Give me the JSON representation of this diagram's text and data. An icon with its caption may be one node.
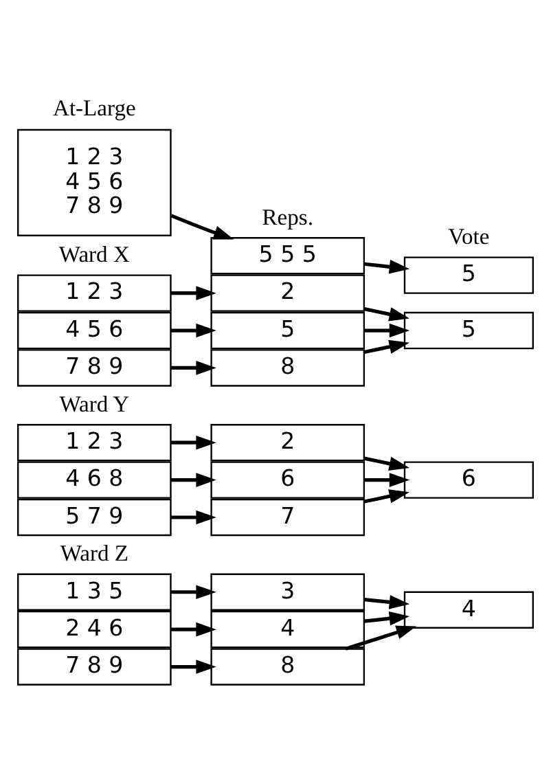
{
  "diagram": {
    "nodes": [
      {
        "text": [
          "1 2 3",
          "4 5 6",
          "7 8 9"
        ]
      },
      {
        "text": [
          "5 5 5"
        ]
      },
      {
        "text": [
          "5"
        ]
      },
      {
        "text": [
          "1 2 3"
        ]
      },
      {
        "text": [
          "4 5 6"
        ]
      },
      {
        "text": [
          "7 8 9"
        ]
      },
      {
        "text": [
          "2"
        ]
      },
      {
        "text": [
          "5"
        ]
      },
      {
        "text": [
          "8"
        ]
      },
      {
        "text": [
          "5"
        ]
      },
      {
        "text": [
          "1 2 3"
        ]
      },
      {
        "text": [
          "4 6 8"
        ]
      },
      {
        "text": [
          "5 7 9"
        ]
      },
      {
        "text": [
          "2"
        ]
      },
      {
        "text": [
          "6"
        ]
      },
      {
        "text": [
          "7"
        ]
      },
      {
        "text": [
          "6"
        ]
      },
      {
        "text": [
          "1 3 5"
        ]
      },
      {
        "text": [
          "2 4 6"
        ]
      },
      {
        "text": [
          "7 8 9"
        ]
      },
      {
        "text": [
          "3"
        ]
      },
      {
        "text": [
          "4"
        ]
      },
      {
        "text": [
          "8"
        ]
      },
      {
        "text": [
          "4"
        ]
      }
    ],
    "edges": [
      {
        "from": 0,
        "to": 1,
        "arrow": "to"
      },
      {
        "from": 1,
        "to": 2,
        "arrow": "to"
      },
      {
        "from": 3,
        "to": 6,
        "arrow": "to"
      },
      {
        "from": 4,
        "to": 7,
        "arrow": "to"
      },
      {
        "from": 5,
        "to": 8,
        "arrow": "to"
      },
      {
        "from": 6,
        "to": 9,
        "arrow": "to"
      },
      {
        "from": 7,
        "to": 9,
        "arrow": "to"
      },
      {
        "from": 8,
        "to": 9,
        "arrow": "to"
      },
      {
        "from": 10,
        "to": 13,
        "arrow": "to"
      },
      {
        "from": 11,
        "to": 14,
        "arrow": "to"
      },
      {
        "from": 12,
        "to": 15,
        "arrow": "to"
      },
      {
        "from": 13,
        "to": 16,
        "arrow": "to"
      },
      {
        "from": 14,
        "to": 16,
        "arrow": "to"
      },
      {
        "from": 15,
        "to": 16,
        "arrow": "to"
      },
      {
        "from": 17,
        "to": 20,
        "arrow": "to"
      },
      {
        "from": 18,
        "to": 21,
        "arrow": "to"
      },
      {
        "from": 19,
        "to": 22,
        "arrow": "to"
      },
      {
        "from": 20,
        "to": 23,
        "arrow": "to"
      },
      {
        "from": 21,
        "to": 23,
        "arrow": "to"
      },
      {
        "from": 22,
        "to": 23,
        "arrow": "to"
      }
    ],
    "labels": [
      "At-Large",
      "Reps.",
      "Vote",
      "Ward X",
      "Ward Y",
      "Ward Z"
    ]
  }
}
